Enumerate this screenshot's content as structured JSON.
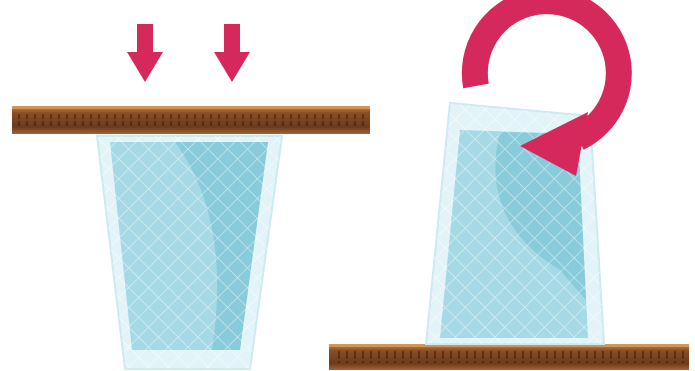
{
  "colors": {
    "background": "#ffffff",
    "arrow": "#d6295b",
    "board_dark": "#6b3a1e",
    "board_light": "#b87a3a",
    "board_slot": "#3a1d0c",
    "glass_fill": "#9fd6e3",
    "glass_shade": "#6ebfd2",
    "glass_rim": "#e6f6fa",
    "glass_grid": "#ffffff"
  },
  "panels": [
    {
      "id": "press",
      "board": "top",
      "glass": "upright-tapered",
      "indicator": "two-down-arrows"
    },
    {
      "id": "twist",
      "board": "bottom",
      "glass": "tilted",
      "indicator": "curved-rotation-arrow"
    }
  ]
}
